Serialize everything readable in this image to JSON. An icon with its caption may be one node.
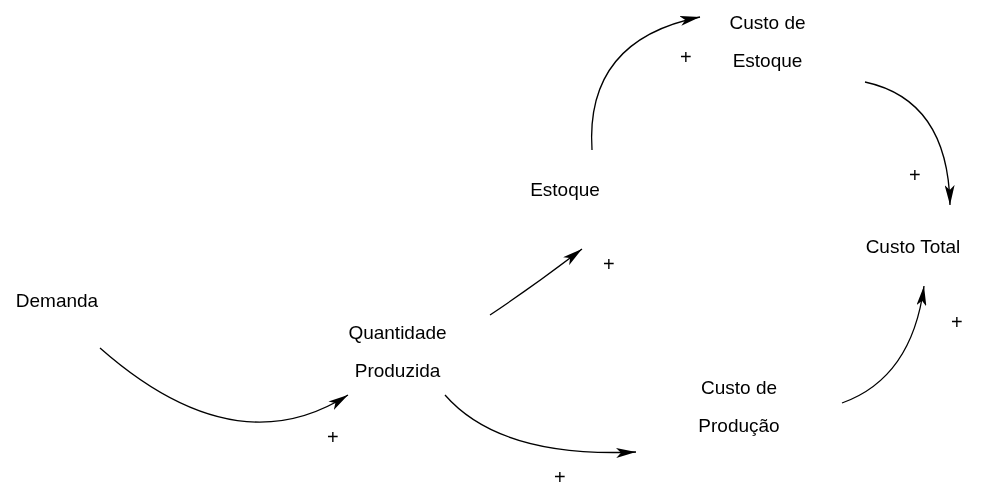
{
  "diagram": {
    "nodes": [
      {
        "text": [
          "Custo de Estoque"
        ]
      },
      {
        "text": [
          "Estoque"
        ]
      },
      {
        "text": [
          "Custo Total"
        ]
      },
      {
        "text": [
          "Demanda"
        ]
      },
      {
        "text": [
          "Quantidade Produzida"
        ]
      },
      {
        "text": [
          "Custo de Produção"
        ]
      }
    ],
    "edges": [
      {
        "from": 3,
        "to": 4,
        "arrow": "to",
        "label": "+"
      },
      {
        "from": 4,
        "to": 1,
        "arrow": "to",
        "label": "+"
      },
      {
        "from": 4,
        "to": 5,
        "arrow": "to",
        "label": "+"
      },
      {
        "from": 1,
        "to": 0,
        "arrow": "to",
        "label": "+"
      },
      {
        "from": 0,
        "to": 2,
        "arrow": "to",
        "label": "+"
      },
      {
        "from": 5,
        "to": 2,
        "arrow": "to",
        "label": "+"
      }
    ]
  }
}
